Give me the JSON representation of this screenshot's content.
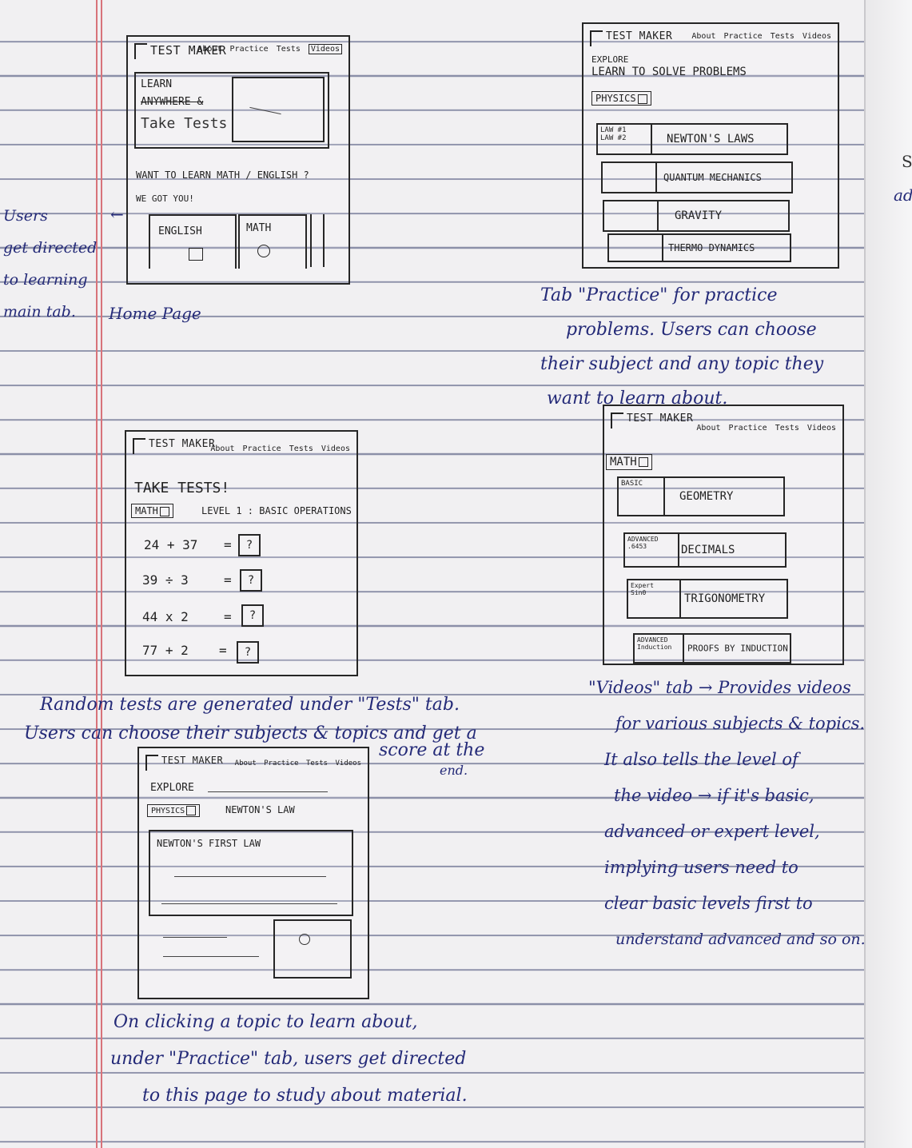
{
  "home_sketch": {
    "brand": "TEST MAKER",
    "nav": [
      "About",
      "Practice",
      "Tests",
      "Videos"
    ],
    "hero_line1": "LEARN",
    "hero_line2": "ANYWHERE &",
    "hero_line3": "Take Tests",
    "question": "WANT TO LEARN MATH / ENGLISH ?",
    "answer": "WE GOT YOU!",
    "subjects": [
      "ENGLISH",
      "MATH"
    ],
    "caption": "Home Page"
  },
  "left_note": [
    "Users",
    "get directed",
    "to learning",
    "main tab."
  ],
  "practice_sketch": {
    "brand": "TEST MAKER",
    "nav": [
      "About",
      "Practice",
      "Tests",
      "Videos"
    ],
    "explore": "EXPLORE",
    "heading": "LEARN TO SOLVE PROBLEMS",
    "subject_select": "PHYSICS",
    "topics": [
      {
        "left": "LAW #1\nLAW #2",
        "label": "NEWTON'S LAWS"
      },
      {
        "left": "",
        "label": "QUANTUM MECHANICS"
      },
      {
        "left": "",
        "label": "GRAVITY"
      },
      {
        "left": "",
        "label": "THERMO DYNAMICS"
      }
    ]
  },
  "practice_note": [
    "Tab \"Practice\" for practice",
    "problems. Users can choose",
    "their subject and any topic they",
    "want to learn about."
  ],
  "tests_sketch": {
    "brand": "TEST MAKER",
    "nav": [
      "About",
      "Practice",
      "Tests",
      "Videos"
    ],
    "heading": "TAKE TESTS!",
    "subject_select": "MATH",
    "level": "LEVEL 1 : BASIC OPERATIONS",
    "questions": [
      {
        "expr": "24 + 37",
        "ans": "?"
      },
      {
        "expr": "39 ÷ 3",
        "ans": "?"
      },
      {
        "expr": "44 x 2",
        "ans": "?"
      },
      {
        "expr": "77 + 2",
        "ans": "?"
      }
    ]
  },
  "tests_note": [
    "Random tests are generated under \"Tests\" tab.",
    "Users can choose their subjects & topics and get a",
    "score at the",
    "end."
  ],
  "videos_sketch": {
    "brand": "TEST MAKER",
    "nav": [
      "About",
      "Practice",
      "Tests",
      "Videos"
    ],
    "subject_select": "MATH",
    "topics": [
      {
        "level": "BASIC",
        "label": "GEOMETRY"
      },
      {
        "level": "ADVANCED\n.6453",
        "label": "DECIMALS"
      },
      {
        "level": "Expert\nSinθ",
        "label": "TRIGONOMETRY"
      },
      {
        "level": "ADVANCED\nInduction",
        "label": "PROOFS BY INDUCTION"
      }
    ]
  },
  "videos_note": [
    "\"Videos\" tab → Provides videos",
    "for various subjects & topics.",
    "It also tells the level of",
    "the video → if it's basic,",
    "advanced or expert level,",
    "implying users need to",
    "clear basic levels first to",
    "understand advanced and so on."
  ],
  "study_sketch": {
    "brand": "TEST MAKER",
    "nav": [
      "About",
      "Practice",
      "Tests",
      "Videos"
    ],
    "explore": "EXPLORE",
    "subject_select": "PHYSICS",
    "topic": "NEWTON'S LAW",
    "content_title": "NEWTON'S FIRST LAW"
  },
  "study_note": [
    "On clicking a topic to learn about,",
    "under \"Practice\" tab, users get directed",
    "to this page to study about material."
  ],
  "edge_text": [
    "S",
    "ad"
  ]
}
